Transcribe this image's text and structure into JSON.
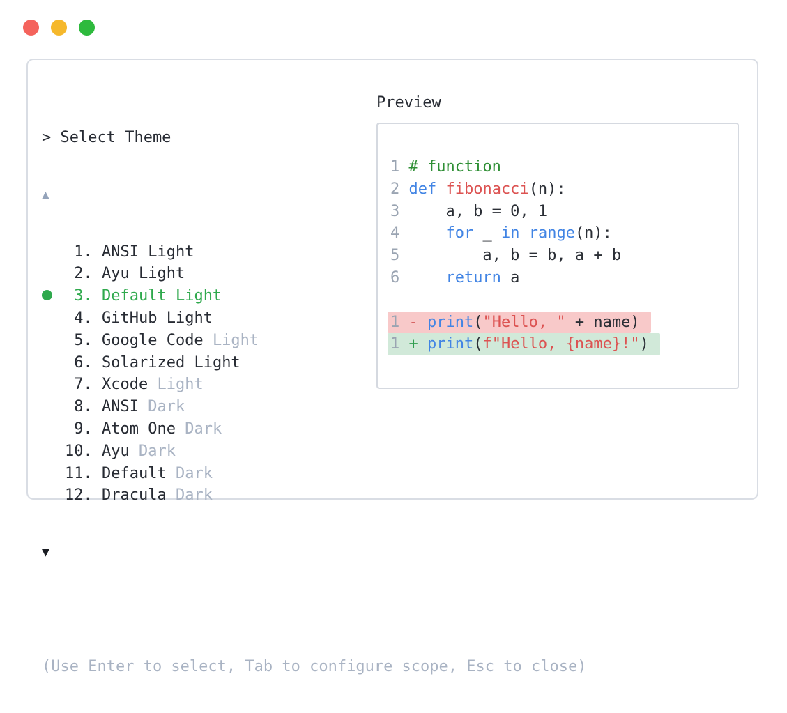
{
  "colors": {
    "traffic_red": "#f4635c",
    "traffic_yellow": "#f5b82c",
    "traffic_green": "#2eba3d",
    "panel_border": "#d9dde4",
    "preview_border": "#d5d9e0",
    "text_dark": "#272b33",
    "muted": "#a9b3c3",
    "scroll_up": "#94a3ba",
    "scroll_down": "#1a1d23",
    "selected_green": "#2fa94d",
    "line_number": "#9aa4b2",
    "comment": "#2f8f35",
    "keyword": "#4184e4",
    "accent_red": "#dc5352",
    "plain_code": "#2b2f36",
    "diff_removed_bg": "#f8c9c9",
    "diff_added_bg": "#d1e9d9",
    "diff_minus": "#cf4b4b",
    "diff_plus": "#2f9e4f"
  },
  "window": {
    "controls": [
      "close",
      "minimize",
      "zoom"
    ]
  },
  "picker": {
    "prompt": "> Select Theme",
    "scroll_up_symbol": "▲",
    "scroll_down_symbol": "▼",
    "items": [
      {
        "num": "1.",
        "name": "ANSI",
        "suffix": "Light",
        "suffix_muted": false,
        "selected": false
      },
      {
        "num": "2.",
        "name": "Ayu",
        "suffix": "Light",
        "suffix_muted": false,
        "selected": false
      },
      {
        "num": "3.",
        "name": "Default",
        "suffix": "Light",
        "suffix_muted": false,
        "selected": true
      },
      {
        "num": "4.",
        "name": "GitHub",
        "suffix": "Light",
        "suffix_muted": false,
        "selected": false
      },
      {
        "num": "5.",
        "name": "Google Code",
        "suffix": "Light",
        "suffix_muted": true,
        "selected": false
      },
      {
        "num": "6.",
        "name": "Solarized",
        "suffix": "Light",
        "suffix_muted": false,
        "selected": false
      },
      {
        "num": "7.",
        "name": "Xcode",
        "suffix": "Light",
        "suffix_muted": true,
        "selected": false
      },
      {
        "num": "8.",
        "name": "ANSI",
        "suffix": "Dark",
        "suffix_muted": true,
        "selected": false
      },
      {
        "num": "9.",
        "name": "Atom One",
        "suffix": "Dark",
        "suffix_muted": true,
        "selected": false
      },
      {
        "num": "10.",
        "name": "Ayu",
        "suffix": "Dark",
        "suffix_muted": true,
        "selected": false
      },
      {
        "num": "11.",
        "name": "Default",
        "suffix": "Dark",
        "suffix_muted": true,
        "selected": false
      },
      {
        "num": "12.",
        "name": "Dracula",
        "suffix": "Dark",
        "suffix_muted": true,
        "selected": false
      }
    ],
    "hint": "(Use Enter to select, Tab to configure scope, Esc to close)"
  },
  "preview": {
    "title": "Preview",
    "code_lines": [
      {
        "num": "1",
        "tokens": [
          [
            "cmt",
            "# function"
          ]
        ]
      },
      {
        "num": "2",
        "tokens": [
          [
            "kw",
            "def"
          ],
          [
            "pl",
            " "
          ],
          [
            "fn",
            "fibonacci"
          ],
          [
            "pl",
            "(n):"
          ]
        ]
      },
      {
        "num": "3",
        "tokens": [
          [
            "pl",
            "    a, b = 0, 1"
          ]
        ]
      },
      {
        "num": "4",
        "tokens": [
          [
            "pl",
            "    "
          ],
          [
            "kw",
            "for"
          ],
          [
            "pl",
            " _ "
          ],
          [
            "kw",
            "in"
          ],
          [
            "pl",
            " "
          ],
          [
            "kw",
            "range"
          ],
          [
            "pl",
            "(n):"
          ]
        ]
      },
      {
        "num": "5",
        "tokens": [
          [
            "pl",
            "        a, b = b, a + b"
          ]
        ]
      },
      {
        "num": "6",
        "tokens": [
          [
            "pl",
            "    "
          ],
          [
            "kw",
            "return"
          ],
          [
            "pl",
            " a"
          ]
        ]
      }
    ],
    "diff_lines": [
      {
        "num": "1",
        "sign": "-",
        "kind": "removed",
        "tokens": [
          [
            "kw",
            "print"
          ],
          [
            "pl",
            "("
          ],
          [
            "str",
            "\"Hello, \""
          ],
          [
            "pl",
            " + name)"
          ]
        ]
      },
      {
        "num": "1",
        "sign": "+",
        "kind": "added",
        "tokens": [
          [
            "kw",
            "print"
          ],
          [
            "pl",
            "("
          ],
          [
            "str",
            "f\"Hello, {name}!\""
          ],
          [
            "pl",
            ")"
          ]
        ]
      }
    ]
  }
}
